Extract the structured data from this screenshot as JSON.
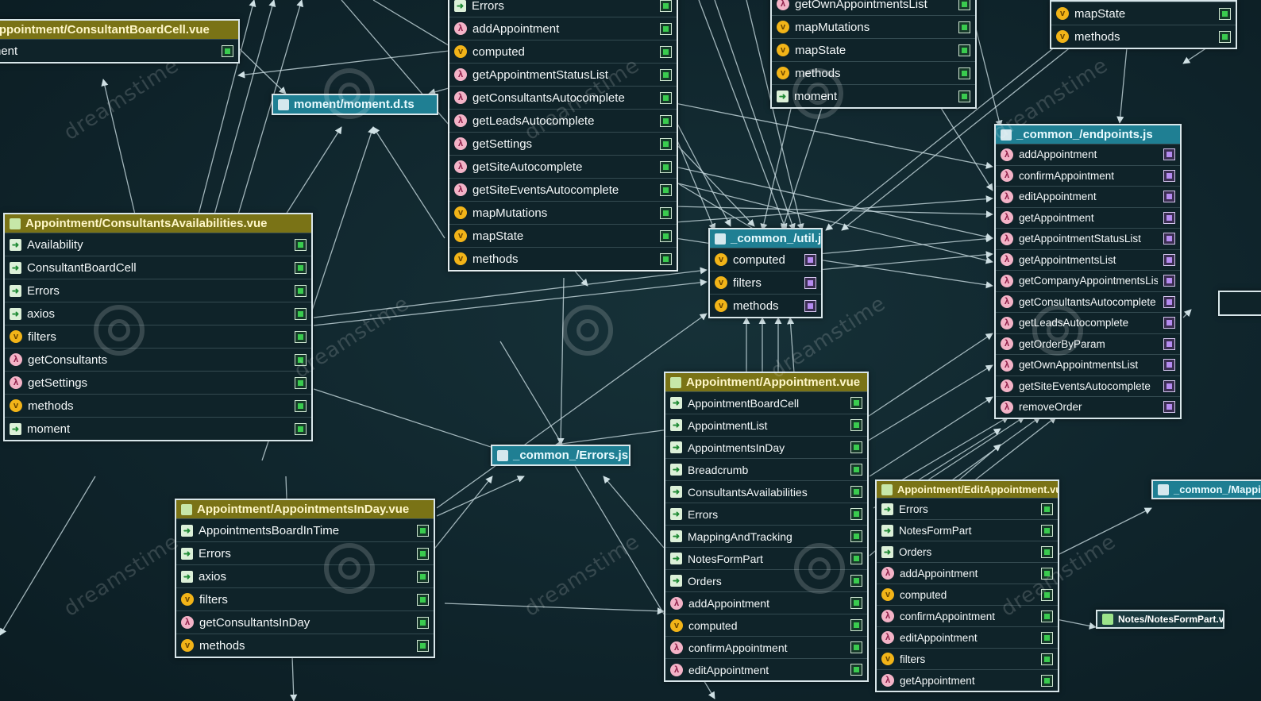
{
  "watermark": "dreamstime",
  "nodes": {
    "consultant_board_cell": {
      "title": "Appointment/ConsultantBoardCell.vue",
      "rows": [
        "moment"
      ]
    },
    "moment_dts": {
      "title": "moment/moment.d.ts"
    },
    "consultants_availabilities": {
      "title": "Appointment/ConsultantsAvailabilities.vue",
      "rows": [
        "Availability",
        "ConsultantBoardCell",
        "Errors",
        "axios",
        "filters",
        "getConsultants",
        "getSettings",
        "methods",
        "moment"
      ]
    },
    "appointments_in_day": {
      "title": "Appointment/AppointmentsInDay.vue",
      "rows": [
        "AppointmentsBoardInTime",
        "Errors",
        "axios",
        "filters",
        "getConsultantsInDay",
        "methods"
      ]
    },
    "center_store": {
      "rows": [
        "Errors",
        "addAppointment",
        "computed",
        "getAppointmentStatusList",
        "getConsultantsAutocomplete",
        "getLeadsAutocomplete",
        "getSettings",
        "getSiteAutocomplete",
        "getSiteEventsAutocomplete",
        "mapMutations",
        "mapState",
        "methods"
      ]
    },
    "top_store": {
      "rows": [
        "getOwnAppointmentsList",
        "mapMutations",
        "mapState",
        "methods",
        "moment"
      ]
    },
    "top_right": {
      "rows": [
        "mapState",
        "methods"
      ]
    },
    "util_js": {
      "title": "_common_/util.js",
      "rows": [
        "computed",
        "filters",
        "methods"
      ]
    },
    "errors_js": {
      "title": "_common_/Errors.js"
    },
    "endpoints_js": {
      "title": "_common_/endpoints.js",
      "rows": [
        "addAppointment",
        "confirmAppointment",
        "editAppointment",
        "getAppointment",
        "getAppointmentStatusList",
        "getAppointmentsList",
        "getCompanyAppointmentsList",
        "getConsultantsAutocomplete",
        "getLeadsAutocomplete",
        "getOrderByParam",
        "getOwnAppointmentsList",
        "getSiteEventsAutocomplete",
        "removeOrder"
      ]
    },
    "appointment_vue": {
      "title": "Appointment/Appointment.vue",
      "rows": [
        "AppointmentBoardCell",
        "AppointmentList",
        "AppointmentsInDay",
        "Breadcrumb",
        "ConsultantsAvailabilities",
        "Errors",
        "MappingAndTracking",
        "NotesFormPart",
        "Orders",
        "addAppointment",
        "computed",
        "confirmAppointment",
        "editAppointment"
      ]
    },
    "edit_appointment_vue": {
      "title": "Appointment/EditAppointment.vue",
      "rows": [
        "Errors",
        "NotesFormPart",
        "Orders",
        "addAppointment",
        "computed",
        "confirmAppointment",
        "editAppointment",
        "filters",
        "getAppointment"
      ]
    },
    "common_mapping": {
      "title": "_common_/Mapping"
    },
    "notes_form_part": {
      "title": "Notes/NotesFormPart.vue"
    }
  }
}
